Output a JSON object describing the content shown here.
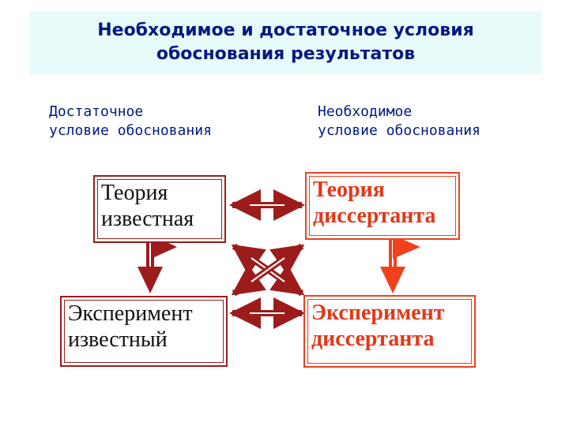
{
  "title": {
    "line1": "Необходимое и достаточное условия",
    "line2": "обоснования результатов"
  },
  "subheads": {
    "left": {
      "line1": "Достаточное",
      "line2": "условие обоснования"
    },
    "right": {
      "line1": "Необходимое",
      "line2": "условие обоснования"
    }
  },
  "boxes": {
    "theory_known": {
      "line1": "Теория",
      "line2": "известная"
    },
    "theory_dissertant": {
      "line1": "Теория",
      "line2": "диссертанта"
    },
    "experiment_known": {
      "line1": "Эксперимент",
      "line2": "известный"
    },
    "experiment_dissertant": {
      "line1": "Эксперимент",
      "line2": "диссертанта"
    }
  },
  "colors": {
    "title_background": "#e8fbfb",
    "title_text": "#001a80",
    "dark_red": "#9c1c1c",
    "orange_red": "#f0401e"
  },
  "icons": [
    "double-headed-arrow",
    "arrow-down",
    "arrow-right"
  ]
}
